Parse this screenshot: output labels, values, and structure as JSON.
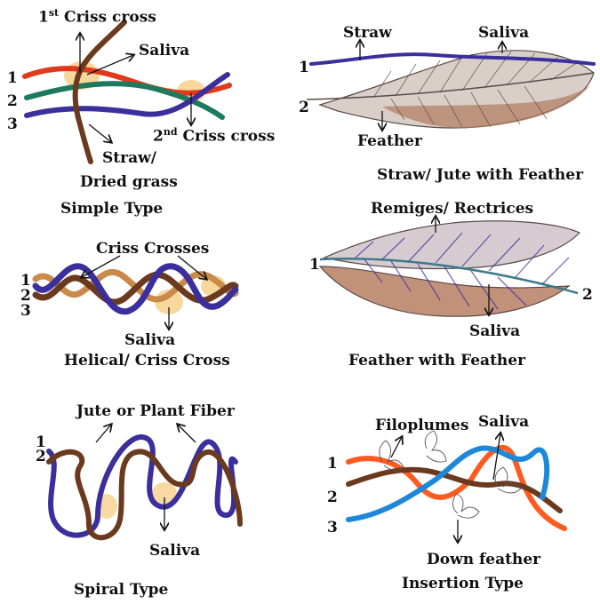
{
  "panels": {
    "simple": {
      "criss1_main": "1",
      "criss1_sup": "st",
      "criss1_rest": " Criss cross",
      "saliva": "Saliva",
      "criss2_main": "2",
      "criss2_sup": "nd",
      "criss2_rest": " Criss cross",
      "straw_line1": "Straw/",
      "straw_line2": "Dried grass",
      "caption": "Simple Type",
      "numbers": [
        "1",
        "2",
        "3"
      ]
    },
    "straw_feather": {
      "straw": "Straw",
      "saliva": "Saliva",
      "feather": "Feather",
      "caption": "Straw/ Jute with Feather",
      "numbers": [
        "1",
        "2"
      ]
    },
    "helical": {
      "criss": "Criss Crosses",
      "saliva": "Saliva",
      "caption": "Helical/ Criss Cross",
      "numbers": [
        "1",
        "2",
        "3"
      ]
    },
    "feather_feather": {
      "remiges": "Remiges/ Rectrices",
      "saliva": "Saliva",
      "caption": "Feather with Feather",
      "numbers": [
        "1",
        "2"
      ]
    },
    "spiral": {
      "fiber": "Jute or Plant Fiber",
      "saliva": "Saliva",
      "caption": "Spiral Type",
      "numbers": [
        "1",
        "2"
      ]
    },
    "insertion": {
      "filoplumes": "Filoplumes",
      "saliva": "Saliva",
      "down": "Down feather",
      "caption": "Insertion Type",
      "numbers": [
        "1",
        "2",
        "3"
      ]
    }
  },
  "colors": {
    "red": "#e0391c",
    "green": "#1d7a5f",
    "blue": "#3a2f9c",
    "brown": "#6b3a1e",
    "tan": "#c98a4b",
    "saliva": "#f5c97a",
    "orange": "#ff5a1f",
    "lightblue": "#1e88d8"
  }
}
